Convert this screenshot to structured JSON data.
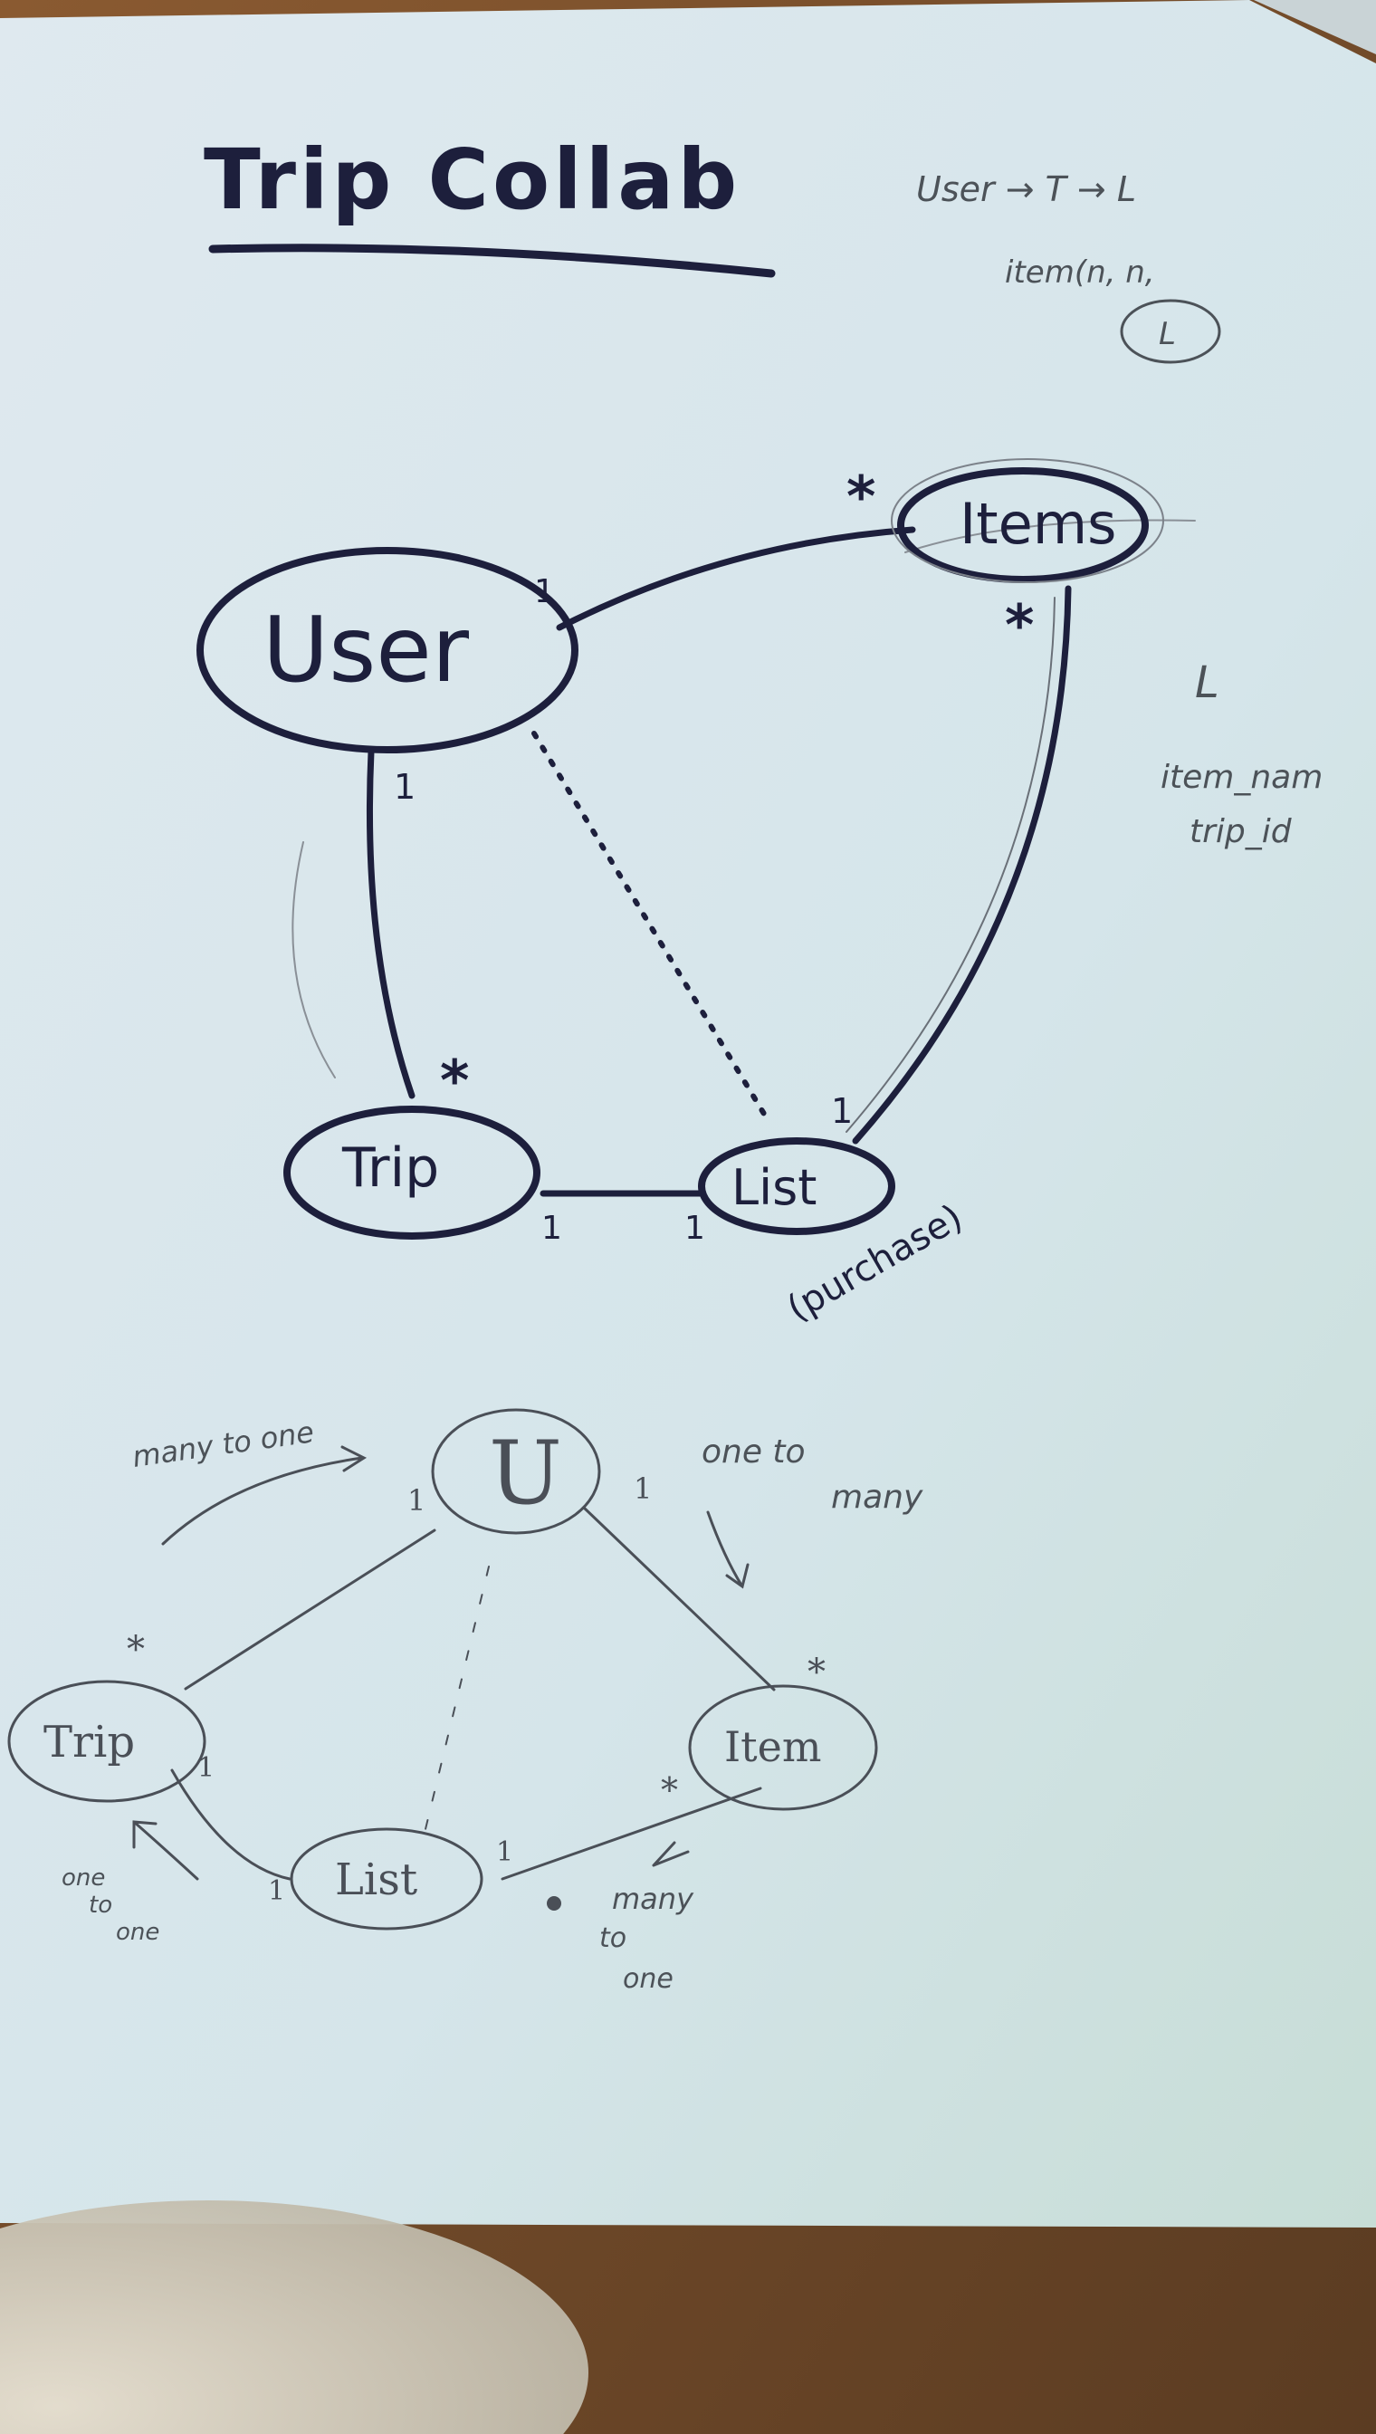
{
  "title": "Trip Collab",
  "corner_notes": {
    "line1": "User → T → L",
    "line2": "item(n, n,",
    "circled": "L"
  },
  "side_notes": {
    "letter": "L",
    "field1": "item_nam",
    "field2": "trip_id"
  },
  "top_diagram": {
    "entities": {
      "user": "User",
      "items": "Items",
      "trip": "Trip",
      "list": "List"
    },
    "list_note": "(purchase)",
    "labels": {
      "user_items_one": "1",
      "items_user_many": "*",
      "items_list_many": "*",
      "list_items_one": "1",
      "user_trip_one": "1",
      "trip_user_many": "*",
      "trip_list_one": "1",
      "list_trip_one": "1"
    }
  },
  "bottom_diagram": {
    "entities": {
      "user": "U",
      "trip": "Trip",
      "item": "Item",
      "list": "List"
    },
    "notes": {
      "many_to_one": "many to one",
      "one_to_many_a": "one to",
      "one_to_many_b": "many",
      "left_a": "one",
      "left_b": "to",
      "left_c": "one",
      "right_a": "many",
      "right_b": "to",
      "right_c": "one"
    },
    "labels": {
      "u_left_one": "1",
      "u_right_one": "1",
      "trip_many": "*",
      "trip_one": "1",
      "item_many_top": "*",
      "item_many_bottom": "*",
      "list_left_one": "1",
      "list_right_one": "1"
    }
  }
}
